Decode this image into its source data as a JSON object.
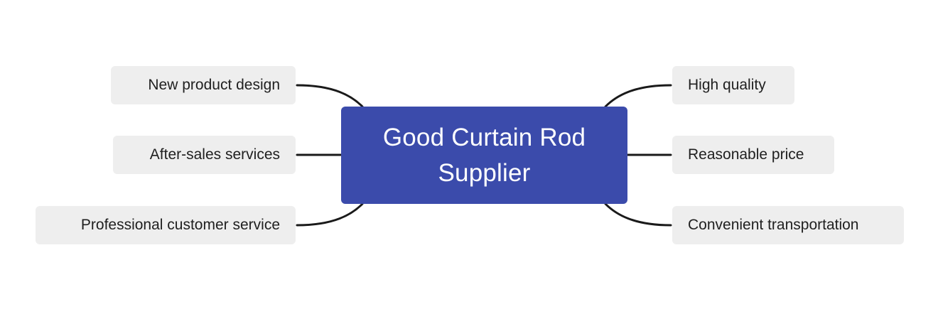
{
  "central_topic": {
    "title": "Good Curtain Rod Supplier",
    "fill_color": "#3b4bab",
    "text_color": "#ffffff"
  },
  "left_topics": [
    {
      "label": "New product design"
    },
    {
      "label": "After-sales services"
    },
    {
      "label": "Professional customer service"
    }
  ],
  "right_topics": [
    {
      "label": "High quality"
    },
    {
      "label": "Reasonable price"
    },
    {
      "label": "Convenient transportation"
    }
  ],
  "topic_fill_color": "#eeeeee",
  "connector_color": "#1a1a1a"
}
